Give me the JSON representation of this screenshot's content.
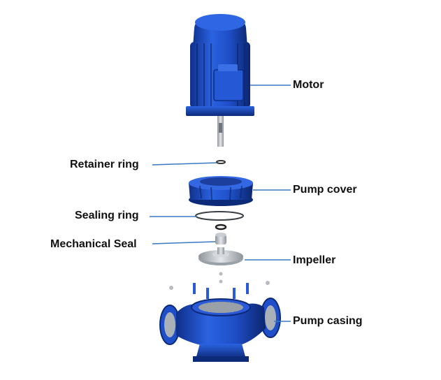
{
  "diagram": {
    "labels": {
      "motor": "Motor",
      "retainer_ring": "Retainer ring",
      "pump_cover": "Pump cover",
      "sealing_ring": "Sealing ring",
      "mechanical_seal": "Mechanical Seal",
      "impeller": "Impeller",
      "pump_casing": "Pump casing"
    }
  },
  "colors": {
    "body_blue": "#1f4fc8",
    "leader_line": "#3a78c0",
    "steel": "#b8bcc2",
    "text": "#111111"
  }
}
